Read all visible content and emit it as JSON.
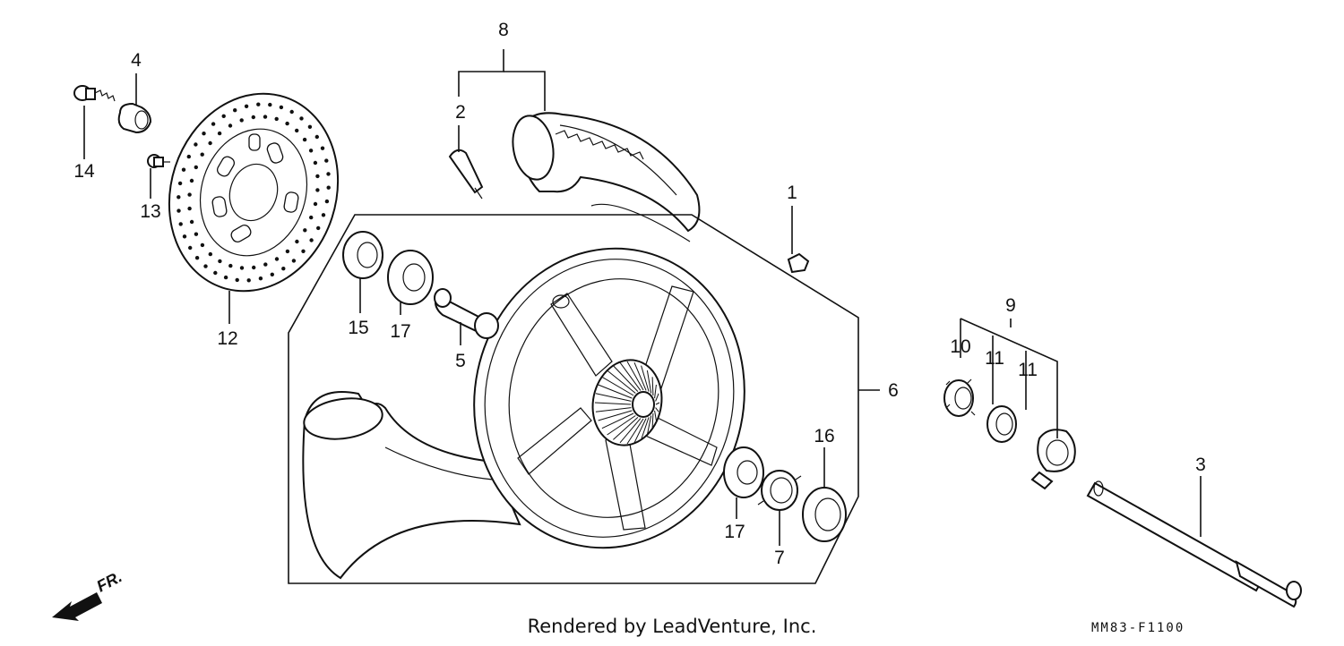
{
  "diagram": {
    "callouts": [
      {
        "id": "c1",
        "text": "1"
      },
      {
        "id": "c2",
        "text": "2"
      },
      {
        "id": "c3",
        "text": "3"
      },
      {
        "id": "c4",
        "text": "4"
      },
      {
        "id": "c5",
        "text": "5"
      },
      {
        "id": "c6",
        "text": "6"
      },
      {
        "id": "c7",
        "text": "7"
      },
      {
        "id": "c8",
        "text": "8"
      },
      {
        "id": "c9",
        "text": "9"
      },
      {
        "id": "c10",
        "text": "10"
      },
      {
        "id": "c11a",
        "text": "11"
      },
      {
        "id": "c11b",
        "text": "11"
      },
      {
        "id": "c12",
        "text": "12"
      },
      {
        "id": "c13",
        "text": "13"
      },
      {
        "id": "c14",
        "text": "14"
      },
      {
        "id": "c15",
        "text": "15"
      },
      {
        "id": "c16",
        "text": "16"
      },
      {
        "id": "c17a",
        "text": "17"
      },
      {
        "id": "c17b",
        "text": "17"
      }
    ],
    "front_arrow_label": "FR.",
    "credit": "Rendered by LeadVenture, Inc.",
    "drawing_code": "MM83-F1100"
  }
}
